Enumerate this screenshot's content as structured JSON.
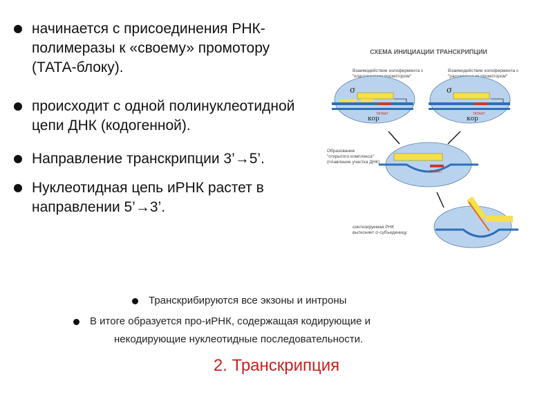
{
  "left_bullets": [
    "начинается с присоединения РНК-полимеразы к «своему» промотору (ТАТА-блоку).",
    "происходит с одной полинуклеотидной цепи ДНК (кодогенной).",
    "Направление транскрипции 3’→5’.",
    "Нуклеотидная цепь иРНК растет в направлении 5’→3’."
  ],
  "figure": {
    "title": "СХЕМА ИНИЦИАЦИИ ТРАНСКРИПЦИИ",
    "cap_left_1": "Взаимодействие холофермента с",
    "cap_left_2": "\"классическим промотором\"",
    "cap_right_1": "Взаимодействие холофермента с",
    "cap_right_2": "\"расширенным промотором\"",
    "sigma": "σ",
    "kor": "кор",
    "tata": "TATAAT",
    "open_1": "Образование",
    "open_2": "\"открытого комплекса\"",
    "open_3": "(плавление участка ДНК)",
    "synth_1": "синтезируемая  РНК",
    "synth_2": "вытесняет   σ-субъединицу"
  },
  "bottom_bullets": [
    "Транскрибируются все экзоны и интроны",
    "В итоге образуется про-иРНК, содержащая кодирующие и",
    "некодирующие нуклеотидные последовательности."
  ],
  "slide_title": "2. Транскрипция",
  "colors": {
    "title_red": "#cc1f1f",
    "ellipse_blue": "#b9d3ee",
    "gene_yellow": "#f4e04a",
    "dna_blue": "#2f6fb6",
    "tata_red": "#c73a2d"
  }
}
